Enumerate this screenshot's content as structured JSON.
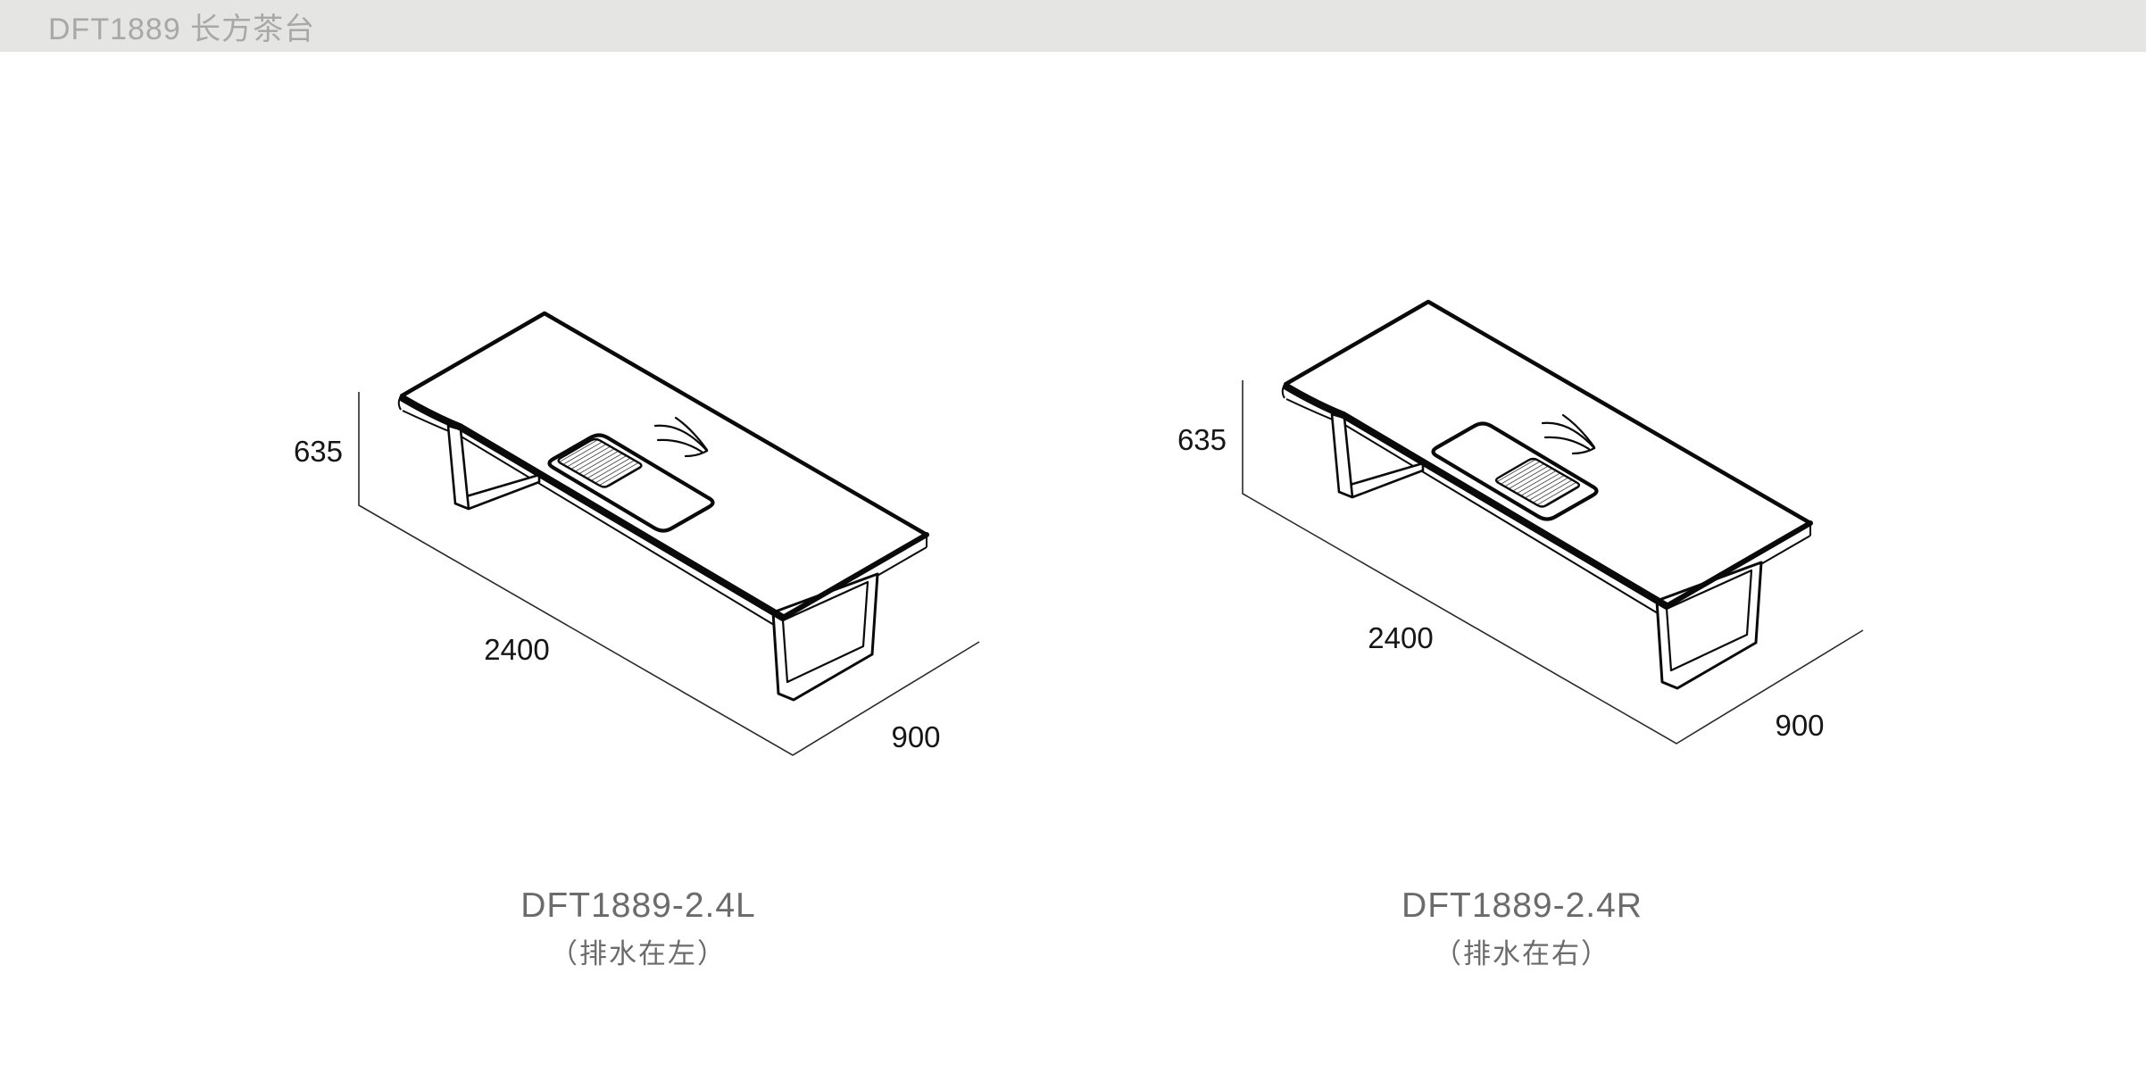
{
  "header": {
    "title": "DFT1889 长方茶台",
    "background_color": "#e5e5e4",
    "text_color": "#a8a8a8"
  },
  "figures": [
    {
      "model": "DFT1889-2.4L",
      "note": "（排水在左）",
      "drain_side": "left"
    },
    {
      "model": "DFT1889-2.4R",
      "note": "（排水在右）",
      "drain_side": "right"
    }
  ],
  "dimensions": {
    "height": "635",
    "length": "2400",
    "depth": "900"
  },
  "colors": {
    "ink": "#0a0a0a",
    "caption_text": "#6b6b6b",
    "dimension_text": "#161616"
  }
}
